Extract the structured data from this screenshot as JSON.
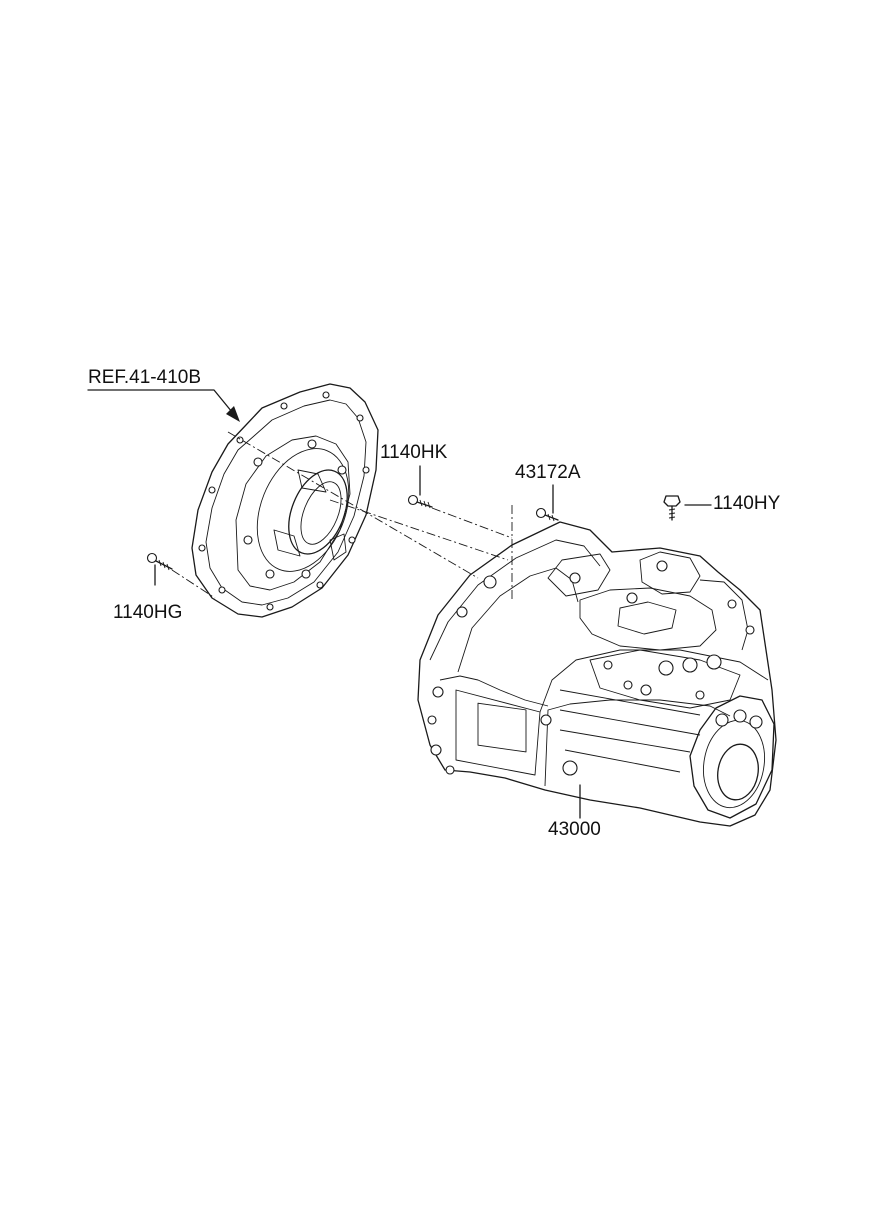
{
  "callouts": {
    "ref": "REF.41-410B",
    "hk": "1140HK",
    "a172": "43172A",
    "hy": "1140HY",
    "hg": "1140HG",
    "transaxle": "43000"
  }
}
